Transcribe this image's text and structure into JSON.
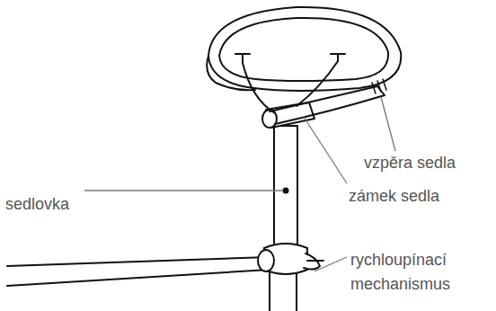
{
  "diagram": {
    "labels": [
      "vzpěra sedla",
      "zámek sedla",
      "sedlovka",
      "rychloupínací mechanismus"
    ]
  }
}
